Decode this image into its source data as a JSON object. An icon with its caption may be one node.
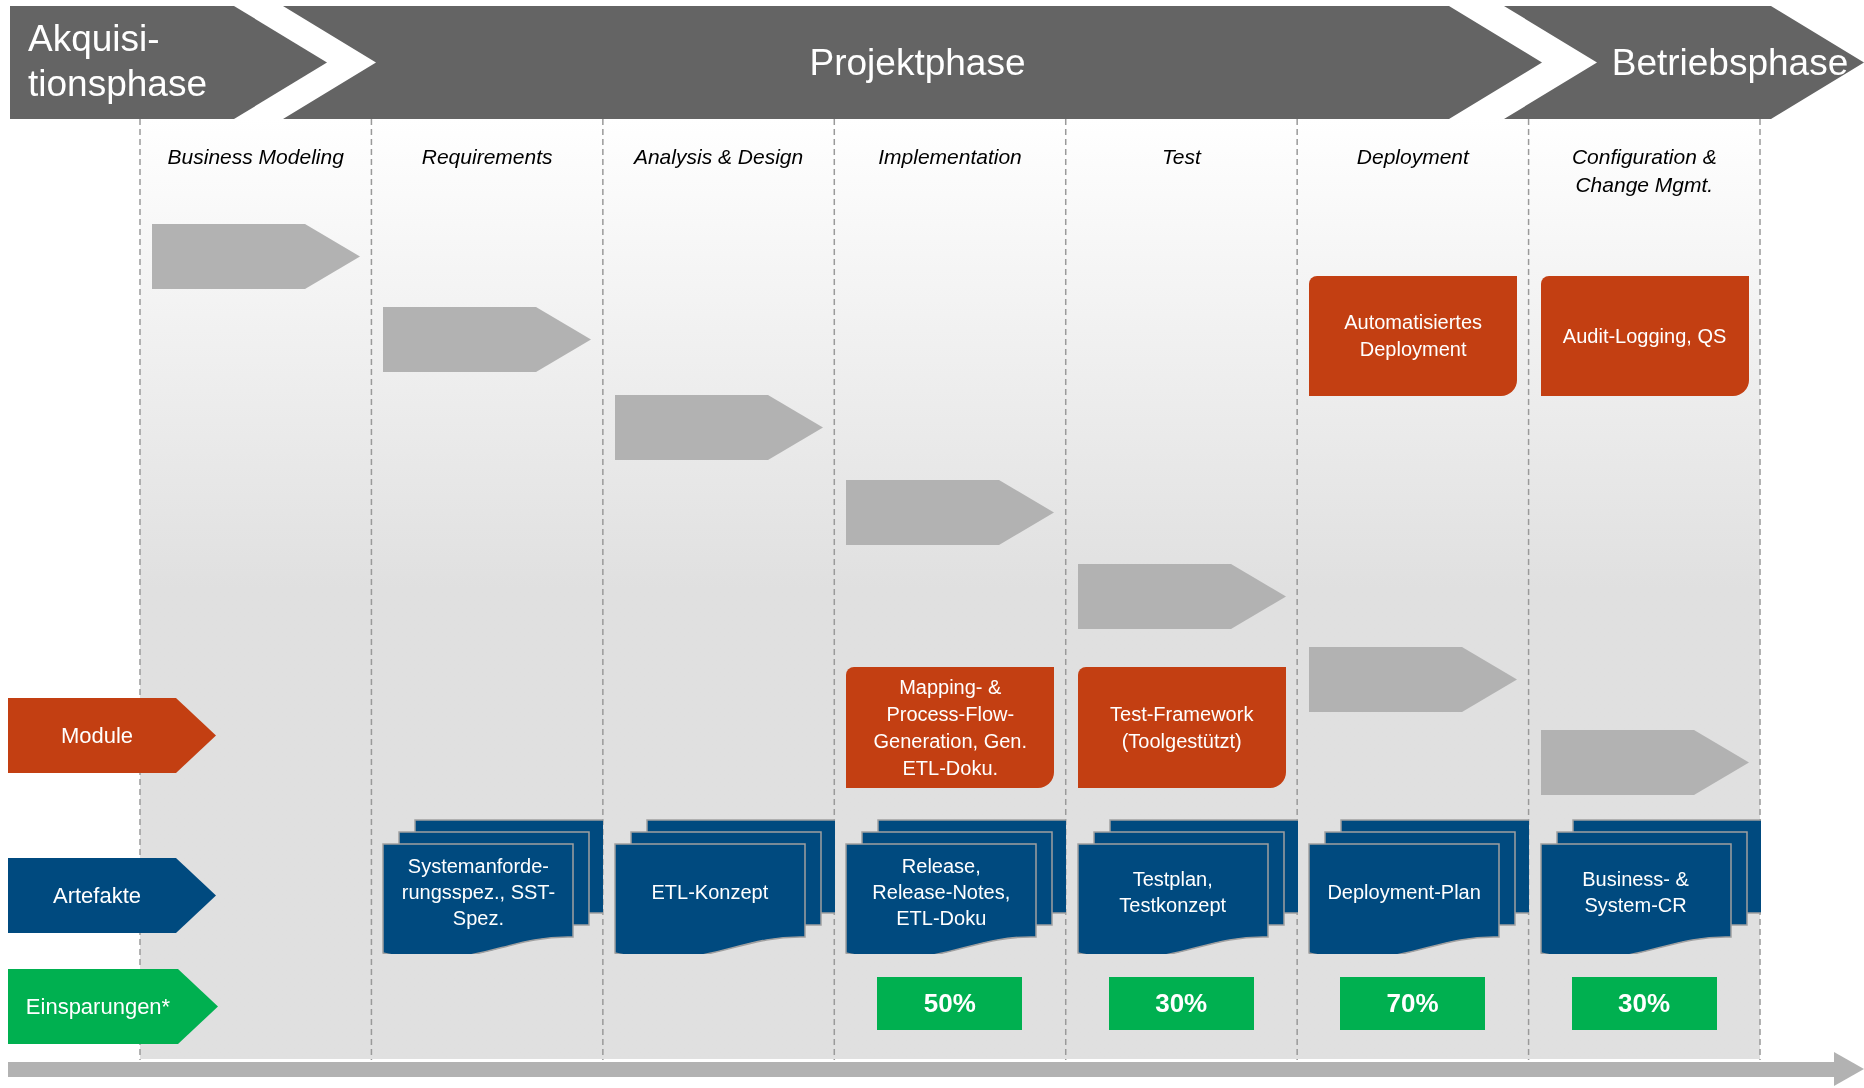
{
  "diagram": {
    "nodes": [
      {
        "text": [
          "Akquisi- tionsphase"
        ]
      },
      {
        "text": [
          "Projektphase"
        ]
      },
      {
        "text": [
          "Betriebsphase"
        ]
      },
      {
        "text": [],
        "shape": "chevron"
      },
      {
        "text": [],
        "shape": "chevron"
      },
      {
        "text": [],
        "shape": "chevron"
      },
      {
        "text": [],
        "shape": "chevron"
      },
      {
        "text": [],
        "shape": "chevron"
      },
      {
        "text": [],
        "shape": "chevron"
      },
      {
        "text": [],
        "shape": "chevron"
      },
      {
        "text": [
          "Automatisiertes Deployment"
        ]
      },
      {
        "text": [
          "Audit-Logging, QS"
        ]
      },
      {
        "text": [
          "Module"
        ]
      },
      {
        "text": [
          "Mapping- & Process-Flow- Generation, Gen. ETL-Doku."
        ]
      },
      {
        "text": [
          "Test-Framework (Toolgestützt)"
        ]
      },
      {
        "text": [
          "Artefakte"
        ]
      },
      {
        "text": [
          "Systemanforde- rungsspez., SST- Spez."
        ]
      },
      {
        "text": [
          "ETL-Konzept"
        ]
      },
      {
        "text": [
          "Release, Release-Notes, ETL-Doku"
        ]
      },
      {
        "text": [
          "Testplan, Testkonzept"
        ]
      },
      {
        "text": [
          "Deployment-Plan"
        ]
      },
      {
        "text": [
          "Business- & System-CR"
        ]
      },
      {
        "text": [
          "Einsparungen*"
        ]
      },
      {
        "text": [
          "50%"
        ]
      },
      {
        "text": [
          "30%"
        ]
      },
      {
        "text": [
          "70%"
        ]
      },
      {
        "text": [
          "30%"
        ]
      }
    ],
    "labels": [
      "Business Modeling",
      "Requirements",
      "Analysis & Design",
      "Implementation",
      "Test",
      "Deployment",
      "Configuration & Change Mgmt."
    ]
  }
}
